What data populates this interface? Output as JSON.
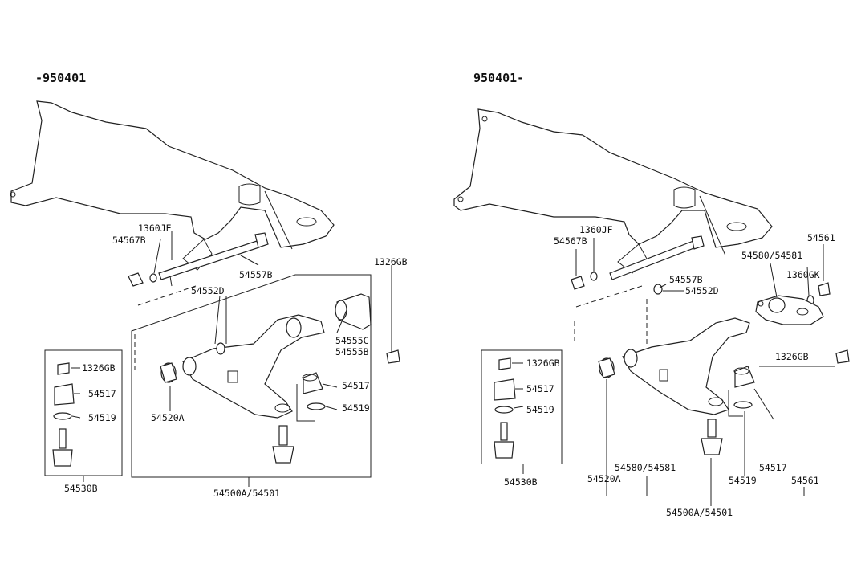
{
  "left_view": {
    "header": "-950401",
    "labels": {
      "bolt_1360je": "1360JE",
      "nut_54567b": "54567B",
      "bolt_54557b": "54557B",
      "washer_54552d": "54552D",
      "nut_1326gb_main": "1326GB",
      "bushing_54555c": "54555C",
      "bushing_54555b": "54555B",
      "ball_boot_54517": "54517",
      "ring_54519": "54519",
      "bushing_54520a": "54520A",
      "arm_54500a": "54500A/54501",
      "kit_nut_1326gb": "1326GB",
      "kit_boot_54517": "54517",
      "kit_ring_54519": "54519",
      "ball_joint_54530b": "54530B"
    }
  },
  "right_view": {
    "header": "950401-",
    "labels": {
      "nut_54567b": "54567B",
      "bolt_1360jf": "1360JF",
      "nut_54561_top": "54561",
      "bracket_54580": "54580/54581",
      "bolt_1360gk": "1360GK",
      "bolt_54557b": "54557B",
      "washer_54552d": "54552D",
      "nut_1326gb_main": "1326GB",
      "kit_nut_1326gb": "1326GB",
      "kit_boot_54517": "54517",
      "kit_ring_54519": "54519",
      "ball_joint_54530b": "54530B",
      "bushing_54520a": "54520A",
      "bracket_54580_bottom": "54580/54581",
      "arm_54500a": "54500A/54501",
      "ring_54519": "54519",
      "boot_54517": "54517",
      "nut_54561_bottom": "54561"
    }
  }
}
